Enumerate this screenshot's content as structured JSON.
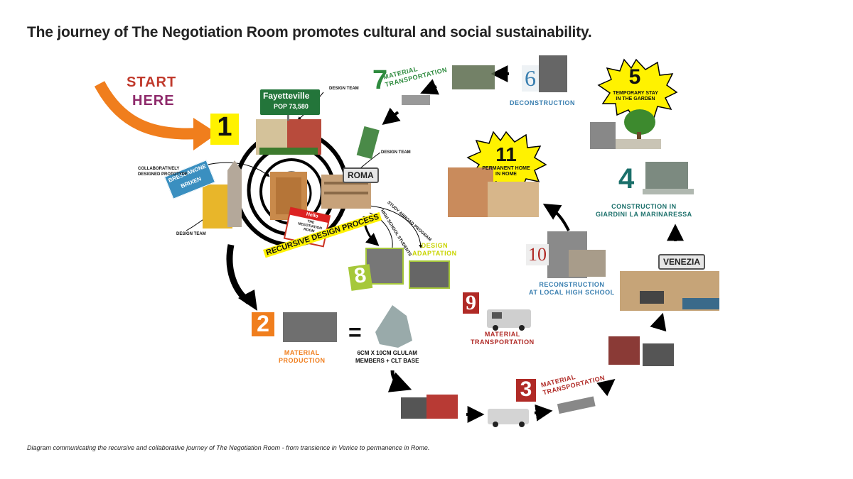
{
  "title": "The journey of The Negotiation Room promotes cultural and social sustainability.",
  "caption": "Diagram communicating the recursive and collaborative journey of The Negotiation Room - from transience in Venice to permanence in Rome.",
  "start": {
    "line1": "START",
    "line2": "HERE"
  },
  "steps": {
    "s1": {
      "number": "1"
    },
    "s2": {
      "number": "2",
      "label1": "MATERIAL",
      "label2": "PRODUCTION"
    },
    "s3": {
      "number": "3",
      "label1": "MATERIAL",
      "label2": "TRANSPORTATION"
    },
    "s4": {
      "number": "4",
      "label1": "CONSTRUCTION IN",
      "label2": "GIARDINI LA MARINARESSA"
    },
    "s5": {
      "number": "5",
      "label1": "TEMPORARY STAY",
      "label2": "IN THE GARDEN"
    },
    "s6": {
      "number": "6",
      "label": "DECONSTRUCTION"
    },
    "s7": {
      "number": "7",
      "label1": "MATERIAL",
      "label2": "TRANSPORTATION"
    },
    "s8": {
      "number": "8",
      "label1": "DESIGN",
      "label2": "ADAPTATION"
    },
    "s9": {
      "number": "9",
      "label1": "MATERIAL",
      "label2": "TRANSPORTATION"
    },
    "s10": {
      "number": "10",
      "label1": "RECONSTRUCTION",
      "label2": "AT LOCAL HIGH SCHOOL"
    },
    "s11": {
      "number": "11",
      "label1": "PERMANENT HOME",
      "label2": "IN ROME"
    }
  },
  "signs": {
    "fayetteville": "Fayetteville",
    "fayetteville_pop": "POP 73,580",
    "roma": "ROMA",
    "venezia": "VENEZIA",
    "bressanone1": "BRESSANONE",
    "bressanone2": "BRIXEN",
    "hello": "Hello",
    "hello_name1": "THE",
    "hello_name2": "NEGOTIATION",
    "hello_name3": "ROOM"
  },
  "notes": {
    "design_team_top": "DESIGN TEAM",
    "design_team_roma": "DESIGN TEAM",
    "design_team_left": "DESIGN TEAM",
    "prototype1": "COLLABORATIVELY",
    "prototype2": "DESIGNED PROTOTYPE",
    "study_abroad": "STUDY ABROAD PROGRAM",
    "hs_students": "HIGH SCHOOL STUDENTS",
    "recursive": "RECURSIVE DESIGN PROCESS",
    "equals": "=",
    "glulam1": "6CM X 10CM GLULAM",
    "glulam2": "MEMBERS + CLT BASE"
  },
  "colors": {
    "orange": "#f07e1d",
    "yellow": "#fff200",
    "green": "#2e8b3e",
    "blue": "#3a7fb0",
    "teal": "#1a6f6a",
    "red": "#b02a26",
    "lime": "#c9d400"
  }
}
